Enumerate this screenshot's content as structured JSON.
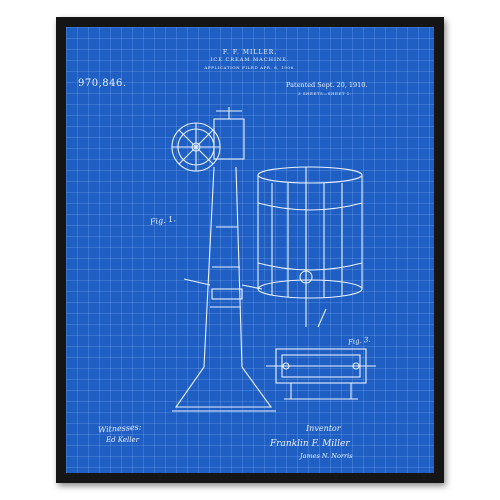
{
  "patent": {
    "number": "970,846.",
    "inventor_name": "F. F. MILLER.",
    "title": "ICE CREAM MACHINE.",
    "filed": "APPLICATION FILED APR. 6, 1906.",
    "patented": "Patented Sept. 20, 1910.",
    "sheets": "3 SHEETS—SHEET 1."
  },
  "figures": {
    "fig1": "Fig. 1.",
    "fig3": "Fig. 3."
  },
  "signatures": {
    "witnesses_label": "Witnesses:",
    "witness": "Ed Keller",
    "inventor_label": "Inventor",
    "inventor": "Franklin F. Miller",
    "attorney": "James N. Norris"
  },
  "colors": {
    "blueprint": "#1f5fc4",
    "ink": "#e9f1ff",
    "frame": "#151515"
  }
}
